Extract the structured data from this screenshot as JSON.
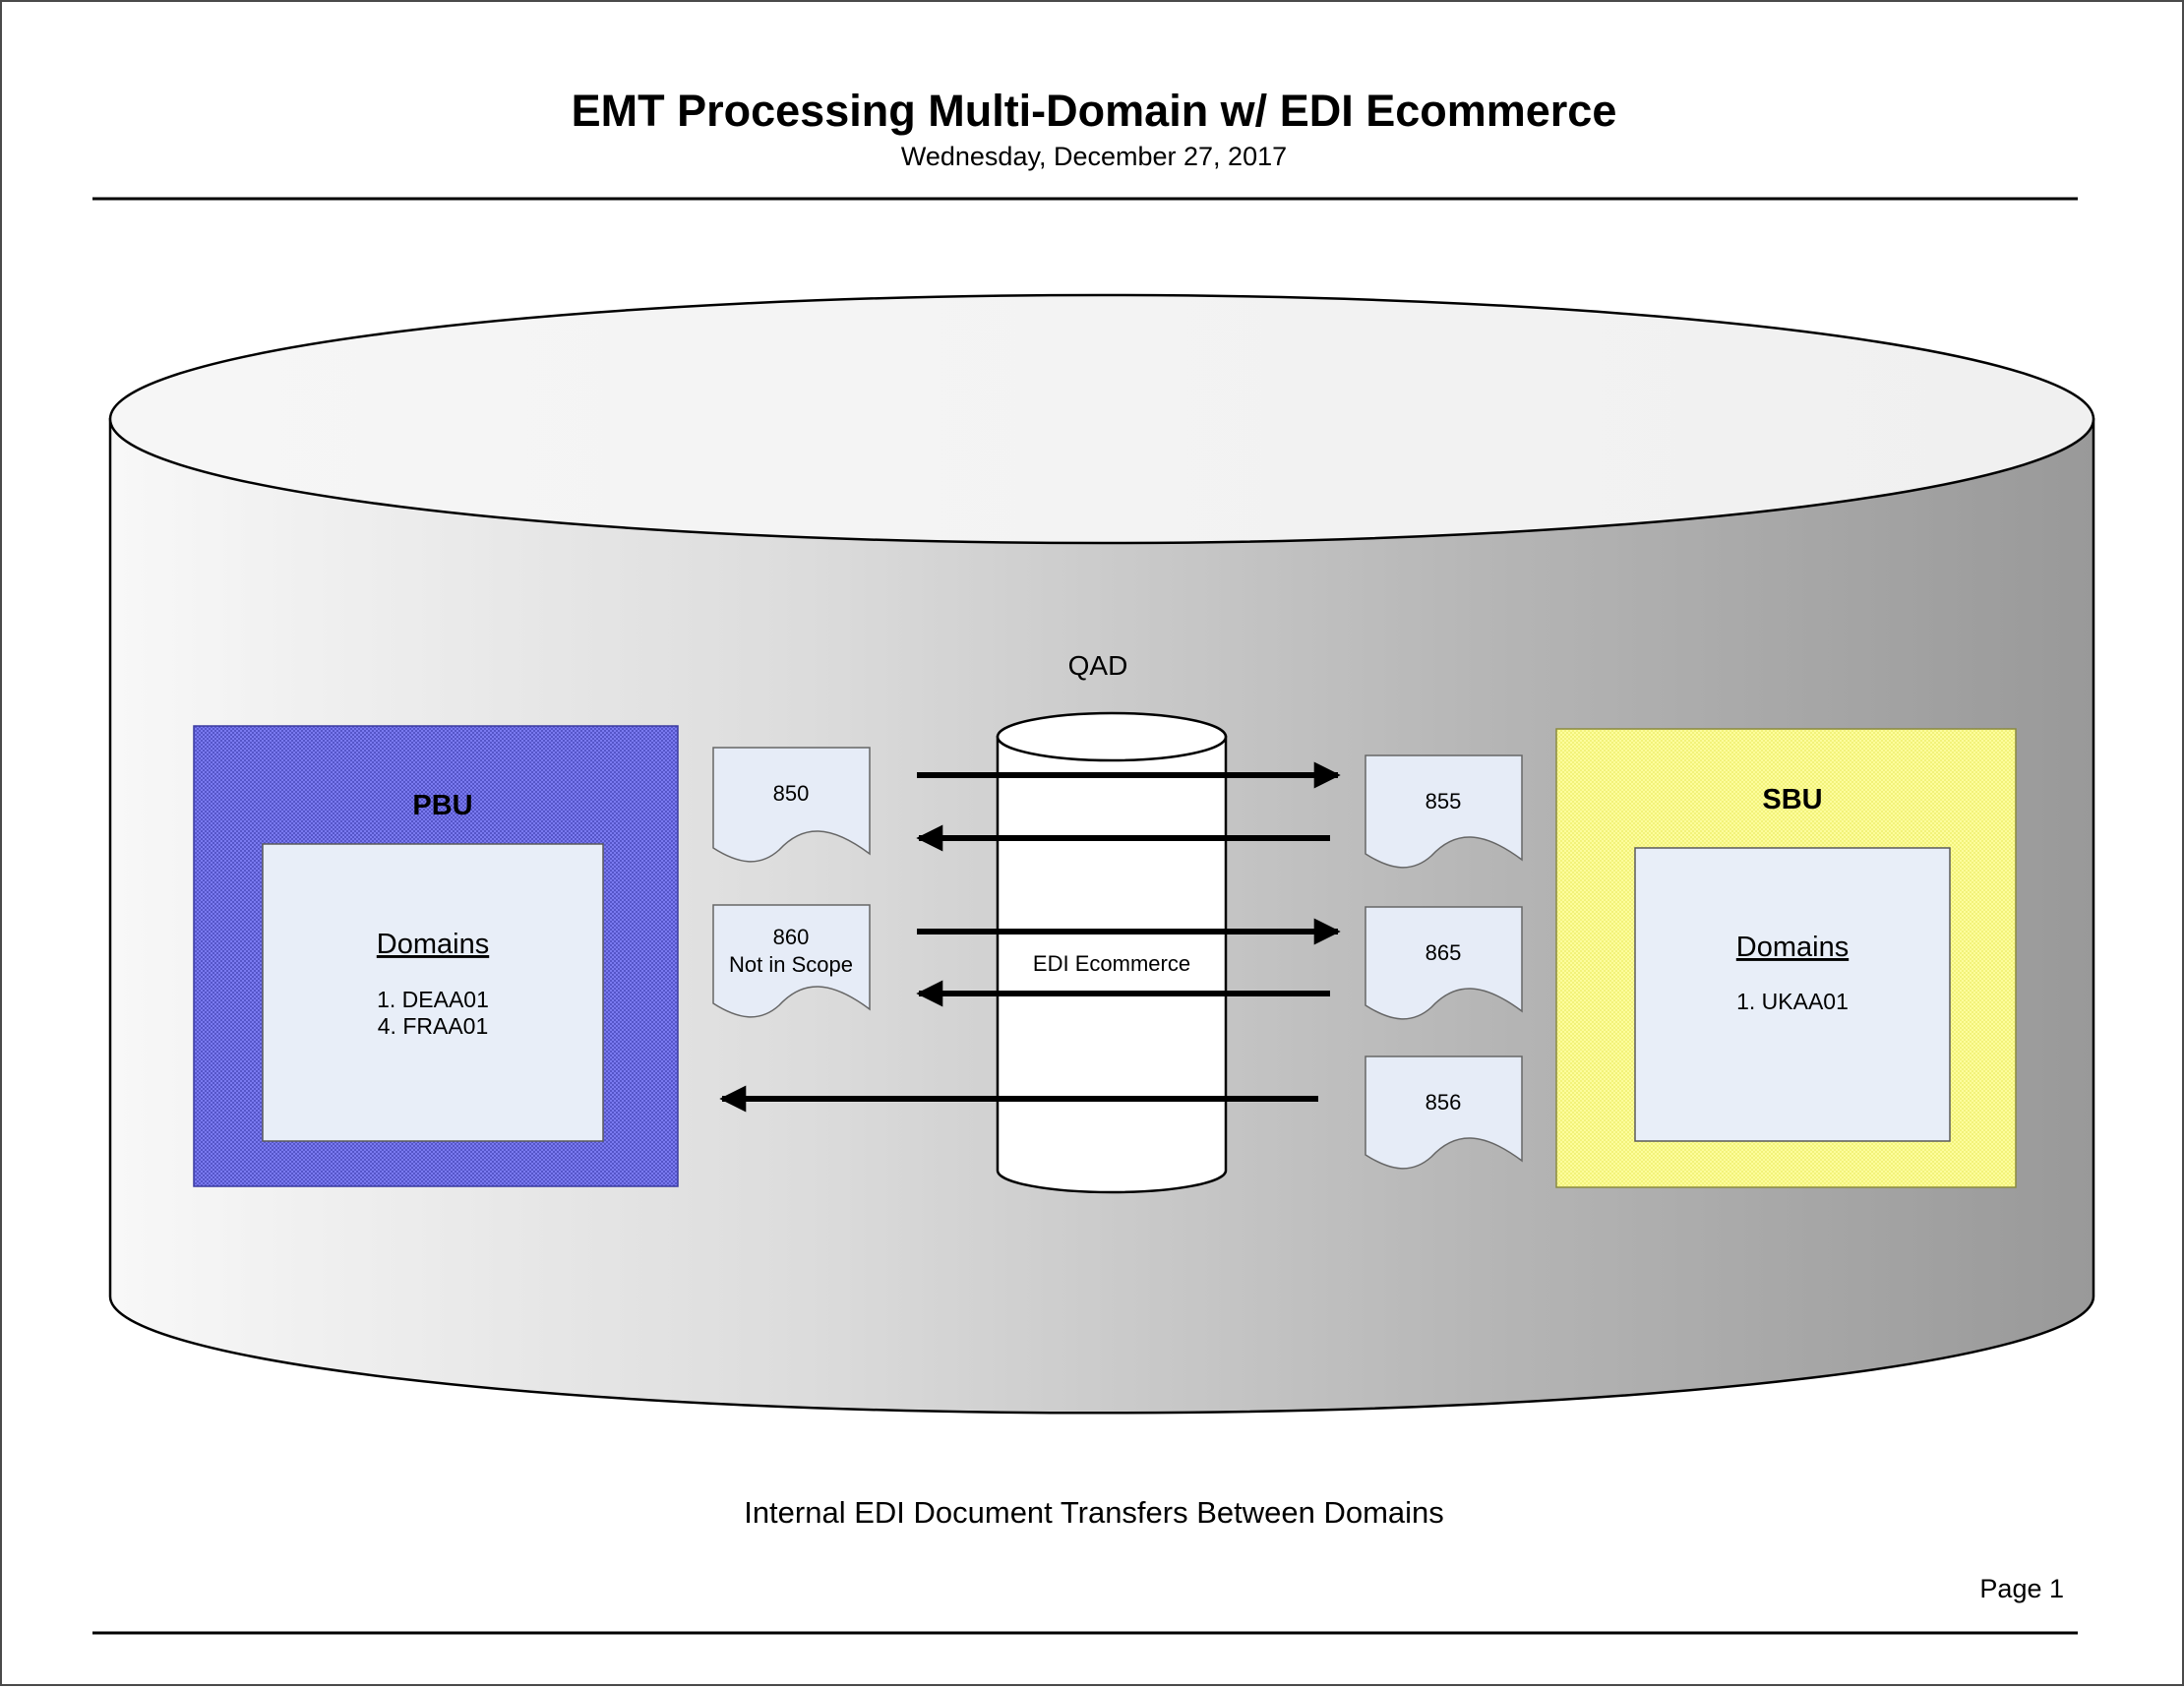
{
  "header": {
    "title": "EMT Processing Multi-Domain w/ EDI Ecommerce",
    "date": "Wednesday, December 27, 2017"
  },
  "colors": {
    "pbu_fill": "#6f6fe8",
    "sbu_fill": "#fbfb8f",
    "inner_box": "#e8eef8",
    "document": "#e6ecf7",
    "cylinder_light": "#f4f4f4",
    "cylinder_dark": "#9a9a9a"
  },
  "pbu": {
    "label": "PBU",
    "domains_heading": "Domains",
    "domains": [
      "1. DEAA01",
      "4. FRAA01"
    ]
  },
  "sbu": {
    "label": "SBU",
    "domains_heading": "Domains",
    "domains": [
      "1. UKAA01"
    ]
  },
  "qad": {
    "label": "QAD",
    "system_label": "EDI Ecommerce"
  },
  "documents": {
    "doc_850": "850",
    "doc_860": "860",
    "doc_860_note": "Not in Scope",
    "doc_855": "855",
    "doc_865": "865",
    "doc_856": "856"
  },
  "footer": {
    "caption": "Internal EDI Document Transfers Between Domains",
    "page": "Page 1"
  }
}
